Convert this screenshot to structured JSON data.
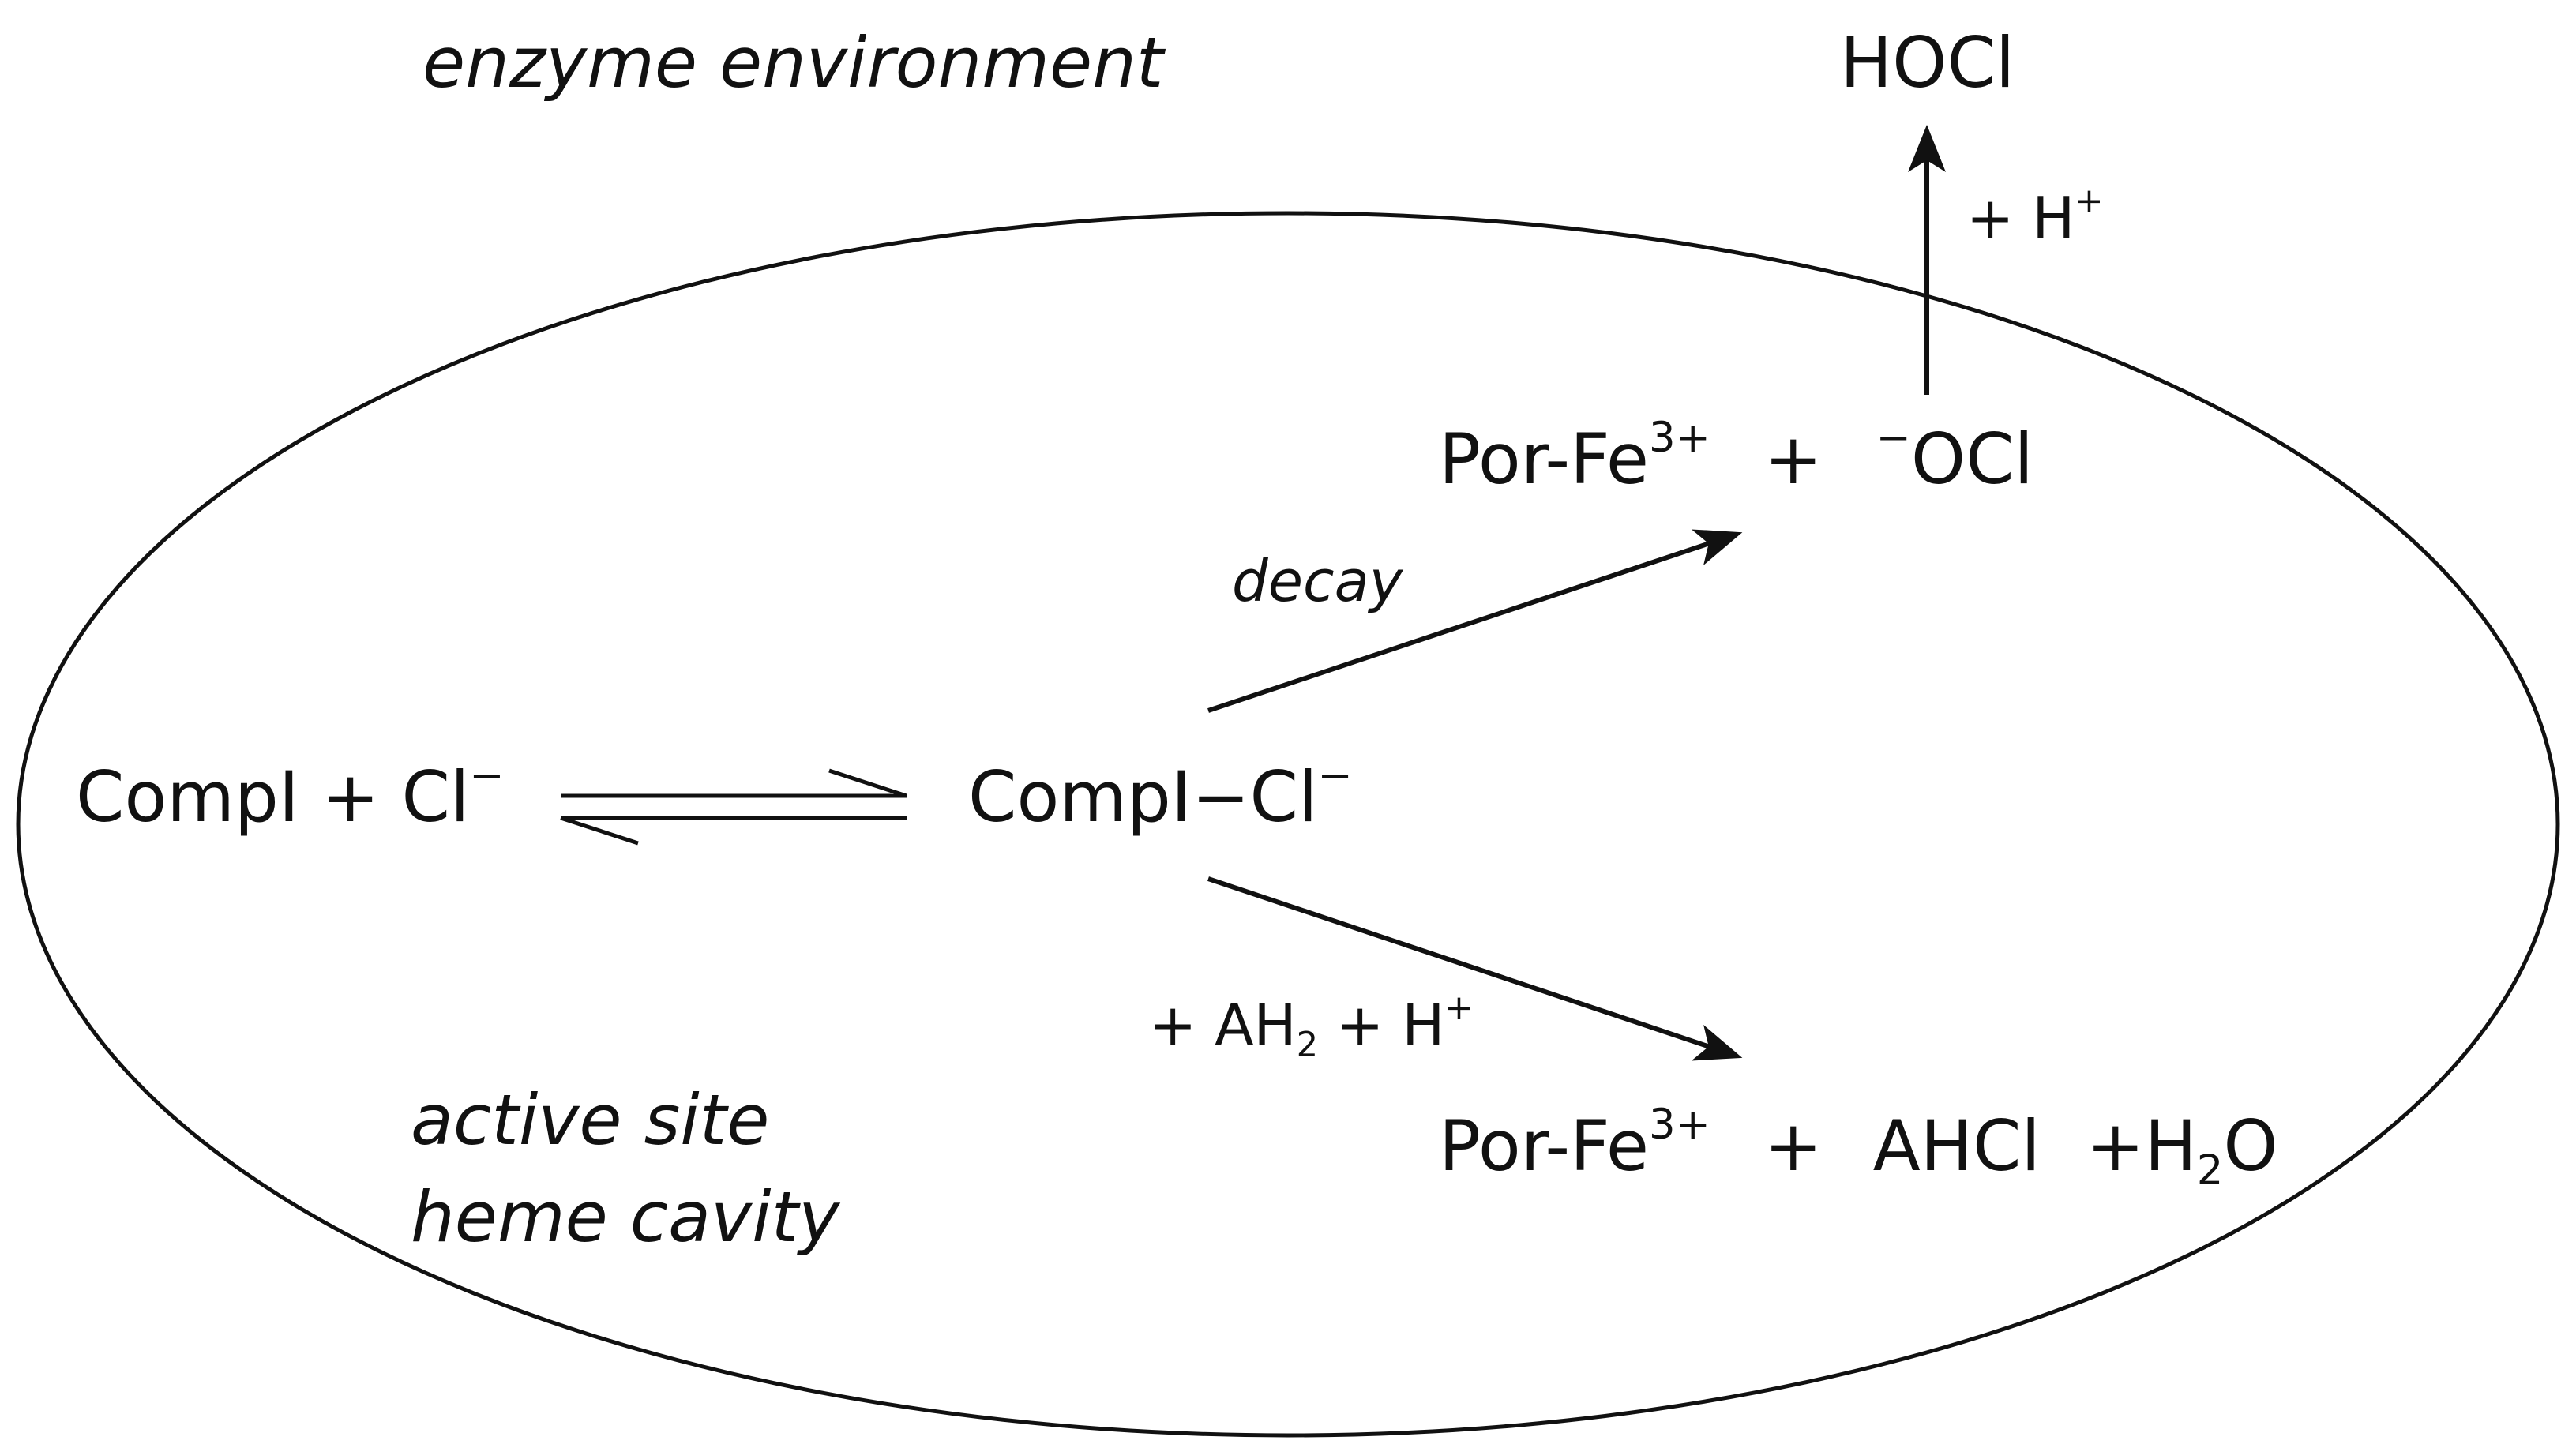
{
  "colors": {
    "ink": "#111111",
    "background": "#ffffff"
  },
  "labels": {
    "enzyme_environment": "enzyme environment",
    "active_site_line1": "active site",
    "active_site_line2": "heme cavity"
  },
  "species": {
    "hocl": "HOCl",
    "compI_cl_left": {
      "text": "CompI + Cl",
      "charge": "−"
    },
    "compI_cl_complex": {
      "text": "CompI−Cl",
      "charge": "−"
    },
    "porfe_ocl": {
      "porfe": "Por-Fe",
      "porfe_charge": "3+",
      "plus": "+",
      "ocl_charge": "−",
      "ocl": "OCl"
    },
    "porfe_ahcl": {
      "porfe": "Por-Fe",
      "porfe_charge": "3+",
      "plus1": "+",
      "ahcl": "AHCl",
      "plus2": "+H",
      "h2o_sub": "2",
      "h2o_end": "O"
    }
  },
  "arrows": {
    "protonation": {
      "prefix": "+ H",
      "charge": "+"
    },
    "decay": {
      "label": "decay"
    },
    "reduction": {
      "prefix": "+ AH",
      "sub": "2",
      "middle": " + H",
      "charge": "+"
    }
  }
}
